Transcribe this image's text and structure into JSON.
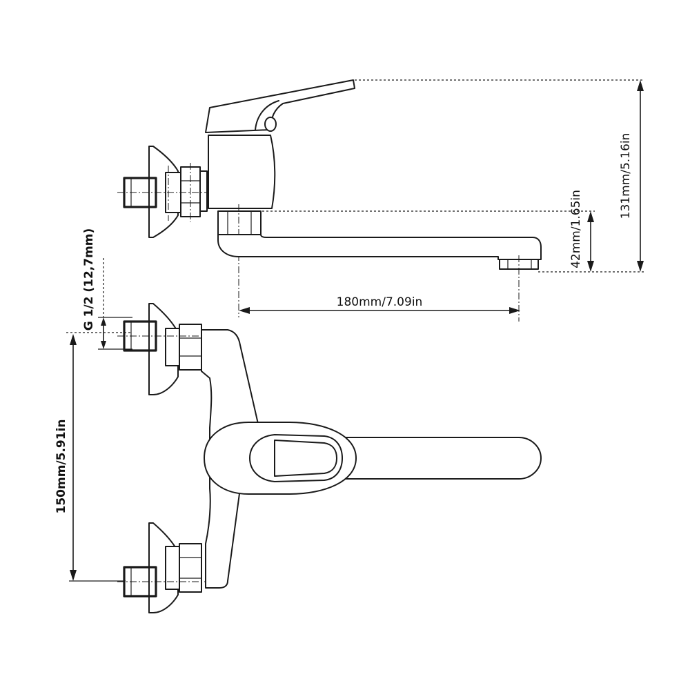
{
  "dimensions": {
    "total_height": "131mm/5.16in",
    "spout_height": "42mm/1.65in",
    "spout_reach": "180mm/7.09in",
    "thread_size": "G 1/2 (12,7mm)",
    "inlet_spacing": "150mm/5.91in"
  }
}
